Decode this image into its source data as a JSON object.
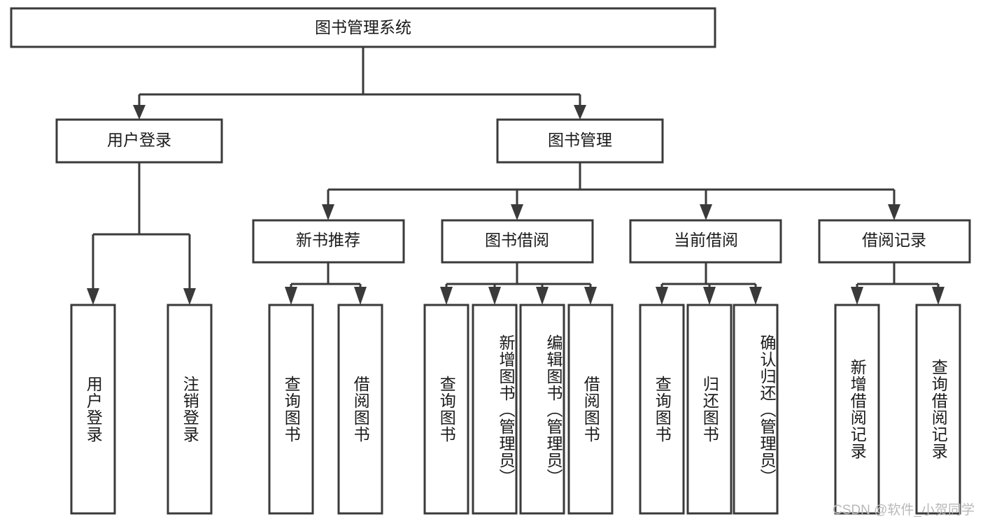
{
  "diagram": {
    "title": "图书管理系统",
    "type": "tree-hierarchy-chart",
    "watermark": "CSDN @软件_小贺同学",
    "colors": {
      "box_fill": "#ffffff",
      "box_stroke": "#3a3a3a",
      "text": "#1a1a1a",
      "background": "#ffffff",
      "watermark": "#b9b9b9"
    },
    "root": {
      "label": "图书管理系统"
    },
    "level2": [
      {
        "label": "用户登录"
      },
      {
        "label": "图书管理"
      }
    ],
    "level3": [
      {
        "label": "新书推荐"
      },
      {
        "label": "图书借阅"
      },
      {
        "label": "当前借阅"
      },
      {
        "label": "借阅记录"
      }
    ],
    "leaves": {
      "user_login": [
        {
          "label": "用户登录"
        },
        {
          "label": "注销登录"
        }
      ],
      "new_book_recommend": [
        {
          "label": "查询图书"
        },
        {
          "label": "借阅图书"
        }
      ],
      "book_borrow": [
        {
          "label": "查询图书"
        },
        {
          "label": "新增图书（管理员）"
        },
        {
          "label": "编辑图书（管理员）"
        },
        {
          "label": "借阅图书"
        }
      ],
      "current_borrow": [
        {
          "label": "查询图书"
        },
        {
          "label": "归还图书"
        },
        {
          "label": "确认归还（管理员）"
        }
      ],
      "borrow_record": [
        {
          "label": "新增借阅记录"
        },
        {
          "label": "查询借阅记录"
        }
      ]
    }
  }
}
